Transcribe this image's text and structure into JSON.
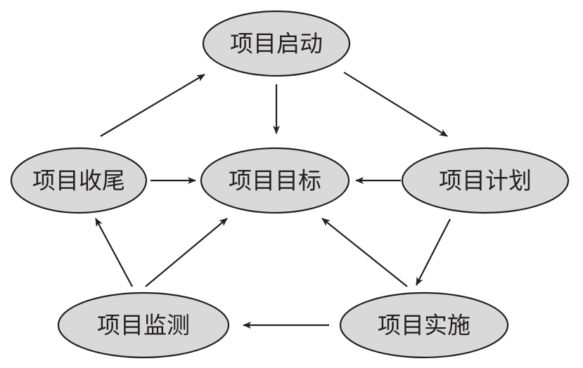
{
  "nodes": {
    "start": "项目启动",
    "goal": "项目目标",
    "close": "项目收尾",
    "plan": "项目计划",
    "monitor": "项目监测",
    "execute": "项目实施"
  },
  "edges": [
    {
      "from": "start",
      "to": "plan"
    },
    {
      "from": "start",
      "to": "goal"
    },
    {
      "from": "close",
      "to": "start"
    },
    {
      "from": "close",
      "to": "goal"
    },
    {
      "from": "plan",
      "to": "goal"
    },
    {
      "from": "plan",
      "to": "execute"
    },
    {
      "from": "execute",
      "to": "goal"
    },
    {
      "from": "execute",
      "to": "monitor"
    },
    {
      "from": "monitor",
      "to": "close"
    },
    {
      "from": "monitor",
      "to": "goal"
    }
  ],
  "colors": {
    "node_fill": "#d9d9d9",
    "stroke": "#231f20"
  }
}
